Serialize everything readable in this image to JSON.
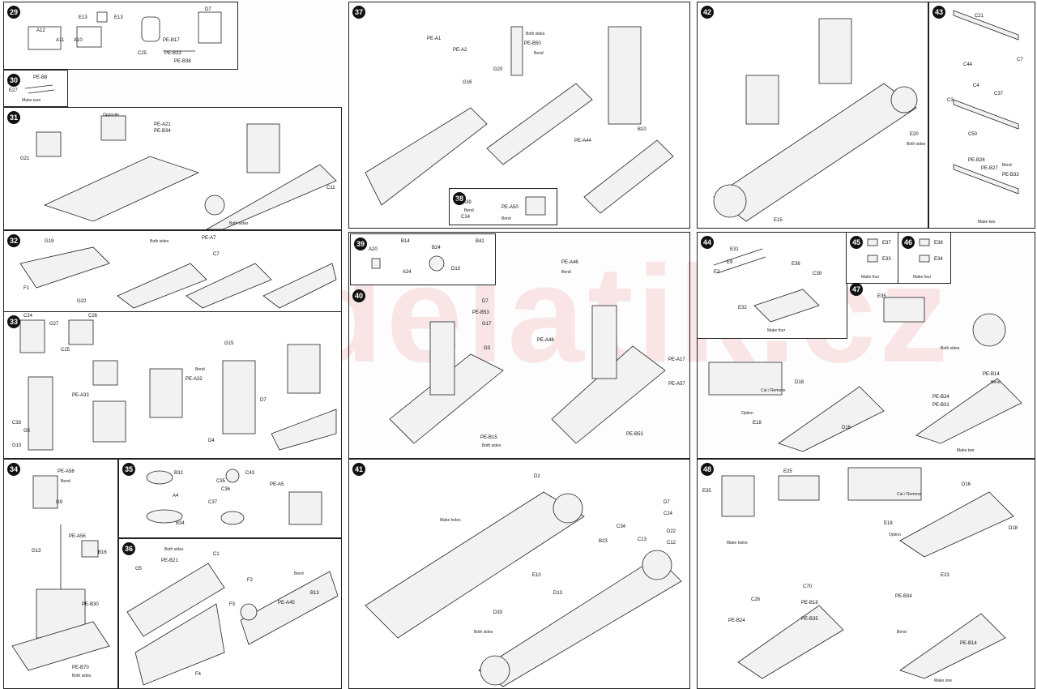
{
  "document": {
    "type": "model kit assembly instructions",
    "watermark": "modelatik.cz"
  },
  "panels": [
    {
      "step": "29",
      "labels": [
        "A12",
        "A11",
        "A10",
        "E13",
        "E13",
        "PE-B17",
        "C25",
        "PE-B33",
        "PE-B38",
        "D7"
      ]
    },
    {
      "step": "30",
      "labels": [
        "PE-B8",
        "E27"
      ],
      "notes": [
        "Make sure"
      ]
    },
    {
      "step": "31",
      "labels": [
        "G21",
        "PE-A21",
        "PE-B34",
        "C11"
      ],
      "notes": [
        "Opposite",
        "Both sides"
      ]
    },
    {
      "step": "32",
      "labels": [
        "G19",
        "F1",
        "G22",
        "PE-A7",
        "C7"
      ],
      "notes": [
        "Both sides"
      ]
    },
    {
      "step": "33",
      "labels": [
        "C24",
        "G27",
        "C26",
        "C25",
        "G5",
        "C33",
        "G10",
        "PE-A33",
        "G15",
        "D7",
        "D4",
        "PE-A32"
      ],
      "notes": [
        "Bend"
      ]
    },
    {
      "step": "34",
      "labels": [
        "PE-A58",
        "G9",
        "G13",
        "PE-A56",
        "B16",
        "PE-B30",
        "PE-B70"
      ],
      "notes": [
        "Bend",
        "Both sides"
      ]
    },
    {
      "step": "35",
      "labels": [
        "B32",
        "A4",
        "B34",
        "C35",
        "C36",
        "C37",
        "C43",
        "PE-A5"
      ]
    },
    {
      "step": "36",
      "labels": [
        "G5",
        "PE-B21",
        "C1",
        "F2",
        "F3",
        "F4",
        "PE-A45",
        "B13"
      ],
      "notes": [
        "Both sides",
        "Bend"
      ]
    },
    {
      "step": "37",
      "labels": [
        "PE-A1",
        "PE-A2",
        "G16",
        "PE-B50",
        "G20",
        "PE-A44",
        "B10"
      ],
      "notes": [
        "Both sides",
        "Bend"
      ]
    },
    {
      "step": "38",
      "labels": [
        "PE-A39",
        "PE-A50",
        "C14"
      ],
      "notes": [
        "Bend",
        "Bend"
      ]
    },
    {
      "step": "39",
      "labels": [
        "A20",
        "B14",
        "A24",
        "B24",
        "B41",
        "D13"
      ]
    },
    {
      "step": "40",
      "labels": [
        "PE-A46",
        "PE-B53",
        "D7",
        "G17",
        "G3",
        "PE-A48",
        "PE-A17",
        "PE-A57",
        "PE-B15",
        "PE-B53"
      ],
      "notes": [
        "Bend",
        "Both sides"
      ]
    },
    {
      "step": "41",
      "labels": [
        "D7",
        "C24",
        "C34",
        "D22",
        "C13",
        "C12",
        "E10",
        "D13",
        "B23",
        "D2",
        "D33"
      ],
      "notes": [
        "Make holes",
        "Both sides"
      ]
    },
    {
      "step": "42",
      "labels": [
        "E20",
        "E15"
      ],
      "notes": [
        "Both sides"
      ]
    },
    {
      "step": "43",
      "labels": [
        "C21",
        "C44",
        "C7",
        "C4",
        "C37",
        "C3",
        "C50",
        "PE-B26",
        "PE-B27",
        "PE-B33"
      ],
      "notes": [
        "Bend",
        "Make two"
      ]
    },
    {
      "step": "44",
      "labels": [
        "E31",
        "E9",
        "E3",
        "E36",
        "E32",
        "C39"
      ],
      "notes": [
        "Make four"
      ]
    },
    {
      "step": "45",
      "labels": [
        "E37",
        "E33"
      ],
      "notes": [
        "Make four"
      ]
    },
    {
      "step": "46",
      "labels": [
        "E38",
        "E34"
      ],
      "notes": [
        "Make four"
      ]
    },
    {
      "step": "47",
      "labels": [
        "E35",
        "D16",
        "E18",
        "D18",
        "PE-B14",
        "PE-B24",
        "PE-B31"
      ],
      "notes": [
        "Cut / Remove",
        "Option",
        "Both sides",
        "Make two",
        "Bend"
      ]
    },
    {
      "step": "48",
      "labels": [
        "E35",
        "E25",
        "D16",
        "D18",
        "E18",
        "C26",
        "C70",
        "PE-B18",
        "PE-B24",
        "PE-B35",
        "PE-B34",
        "PE-B14",
        "E23"
      ],
      "notes": [
        "Make holes",
        "Option",
        "Cut / Remove",
        "Bend",
        "Make one"
      ]
    }
  ]
}
